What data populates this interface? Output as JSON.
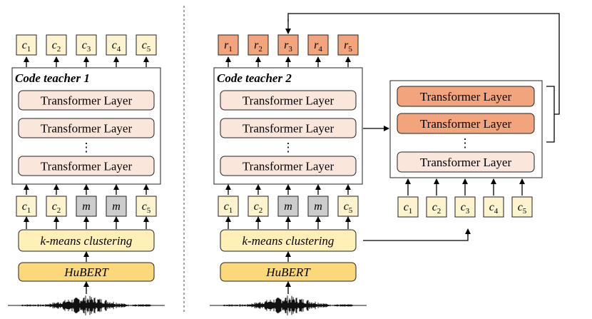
{
  "colors": {
    "token_fill": "#fdf4cf",
    "mask_fill": "#cccccc",
    "layer_fill": "#fbe6dc",
    "layer_dark_fill": "#f2a57c",
    "kmeans_fill": "#fff0b8",
    "hubert_fill": "#fbd87a",
    "stroke": "#222222",
    "output_fill": "#f2a57c"
  },
  "left": {
    "teacher_title": "Code teacher 1",
    "outputs": [
      {
        "base": "c",
        "sub": "1"
      },
      {
        "base": "c",
        "sub": "2"
      },
      {
        "base": "c",
        "sub": "3"
      },
      {
        "base": "c",
        "sub": "4"
      },
      {
        "base": "c",
        "sub": "5"
      }
    ],
    "layers": [
      "Transformer Layer",
      "Transformer Layer",
      "Transformer Layer"
    ],
    "dots": "⋮",
    "inputs": [
      {
        "base": "c",
        "sub": "1",
        "masked": false
      },
      {
        "base": "c",
        "sub": "2",
        "masked": false
      },
      {
        "base": "m",
        "sub": "",
        "masked": true
      },
      {
        "base": "m",
        "sub": "",
        "masked": true
      },
      {
        "base": "c",
        "sub": "5",
        "masked": false
      }
    ],
    "kmeans": "k-means clustering",
    "hubert": "HuBERT"
  },
  "middle": {
    "teacher_title": "Code teacher 2",
    "outputs": [
      {
        "base": "r",
        "sub": "1"
      },
      {
        "base": "r",
        "sub": "2"
      },
      {
        "base": "r",
        "sub": "3"
      },
      {
        "base": "r",
        "sub": "4"
      },
      {
        "base": "r",
        "sub": "5"
      }
    ],
    "layers": [
      "Transformer Layer",
      "Transformer Layer",
      "Transformer Layer"
    ],
    "dots": "⋮",
    "inputs": [
      {
        "base": "c",
        "sub": "1",
        "masked": false
      },
      {
        "base": "c",
        "sub": "2",
        "masked": false
      },
      {
        "base": "m",
        "sub": "",
        "masked": true
      },
      {
        "base": "m",
        "sub": "",
        "masked": true
      },
      {
        "base": "c",
        "sub": "5",
        "masked": false
      }
    ],
    "kmeans": "k-means clustering",
    "hubert": "HuBERT"
  },
  "right": {
    "layers": [
      "Transformer Layer",
      "Transformer Layer",
      "Transformer Layer"
    ],
    "dark_layers": [
      true,
      true,
      false
    ],
    "dots": "⋮",
    "inputs": [
      {
        "base": "c",
        "sub": "1"
      },
      {
        "base": "c",
        "sub": "2"
      },
      {
        "base": "c",
        "sub": "3"
      },
      {
        "base": "c",
        "sub": "4"
      },
      {
        "base": "c",
        "sub": "5"
      }
    ]
  }
}
